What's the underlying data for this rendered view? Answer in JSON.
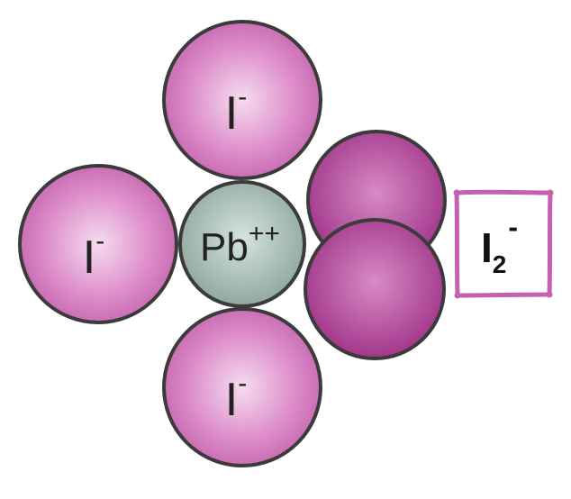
{
  "colors": {
    "iodide_light": "#f6dcef",
    "iodide_mid": "#dd8fcb",
    "iodide_dark": "#c05aa6",
    "diiodine_light": "#d68bc6",
    "diiodine_dark": "#9e2f86",
    "lead_light": "#d4e4dc",
    "lead_dark": "#8aa398",
    "outline": "#3b3b3b",
    "box": "#c75fb0"
  },
  "atoms": {
    "iodide_top": {
      "symbol": "I",
      "charge": "-"
    },
    "iodide_left": {
      "symbol": "I",
      "charge": "-"
    },
    "iodide_bottom": {
      "symbol": "I",
      "charge": "-"
    },
    "lead_center": {
      "symbol": "Pb",
      "charge": "++"
    }
  },
  "label_box": {
    "symbol": "I",
    "subscript": "2",
    "charge": "-"
  }
}
